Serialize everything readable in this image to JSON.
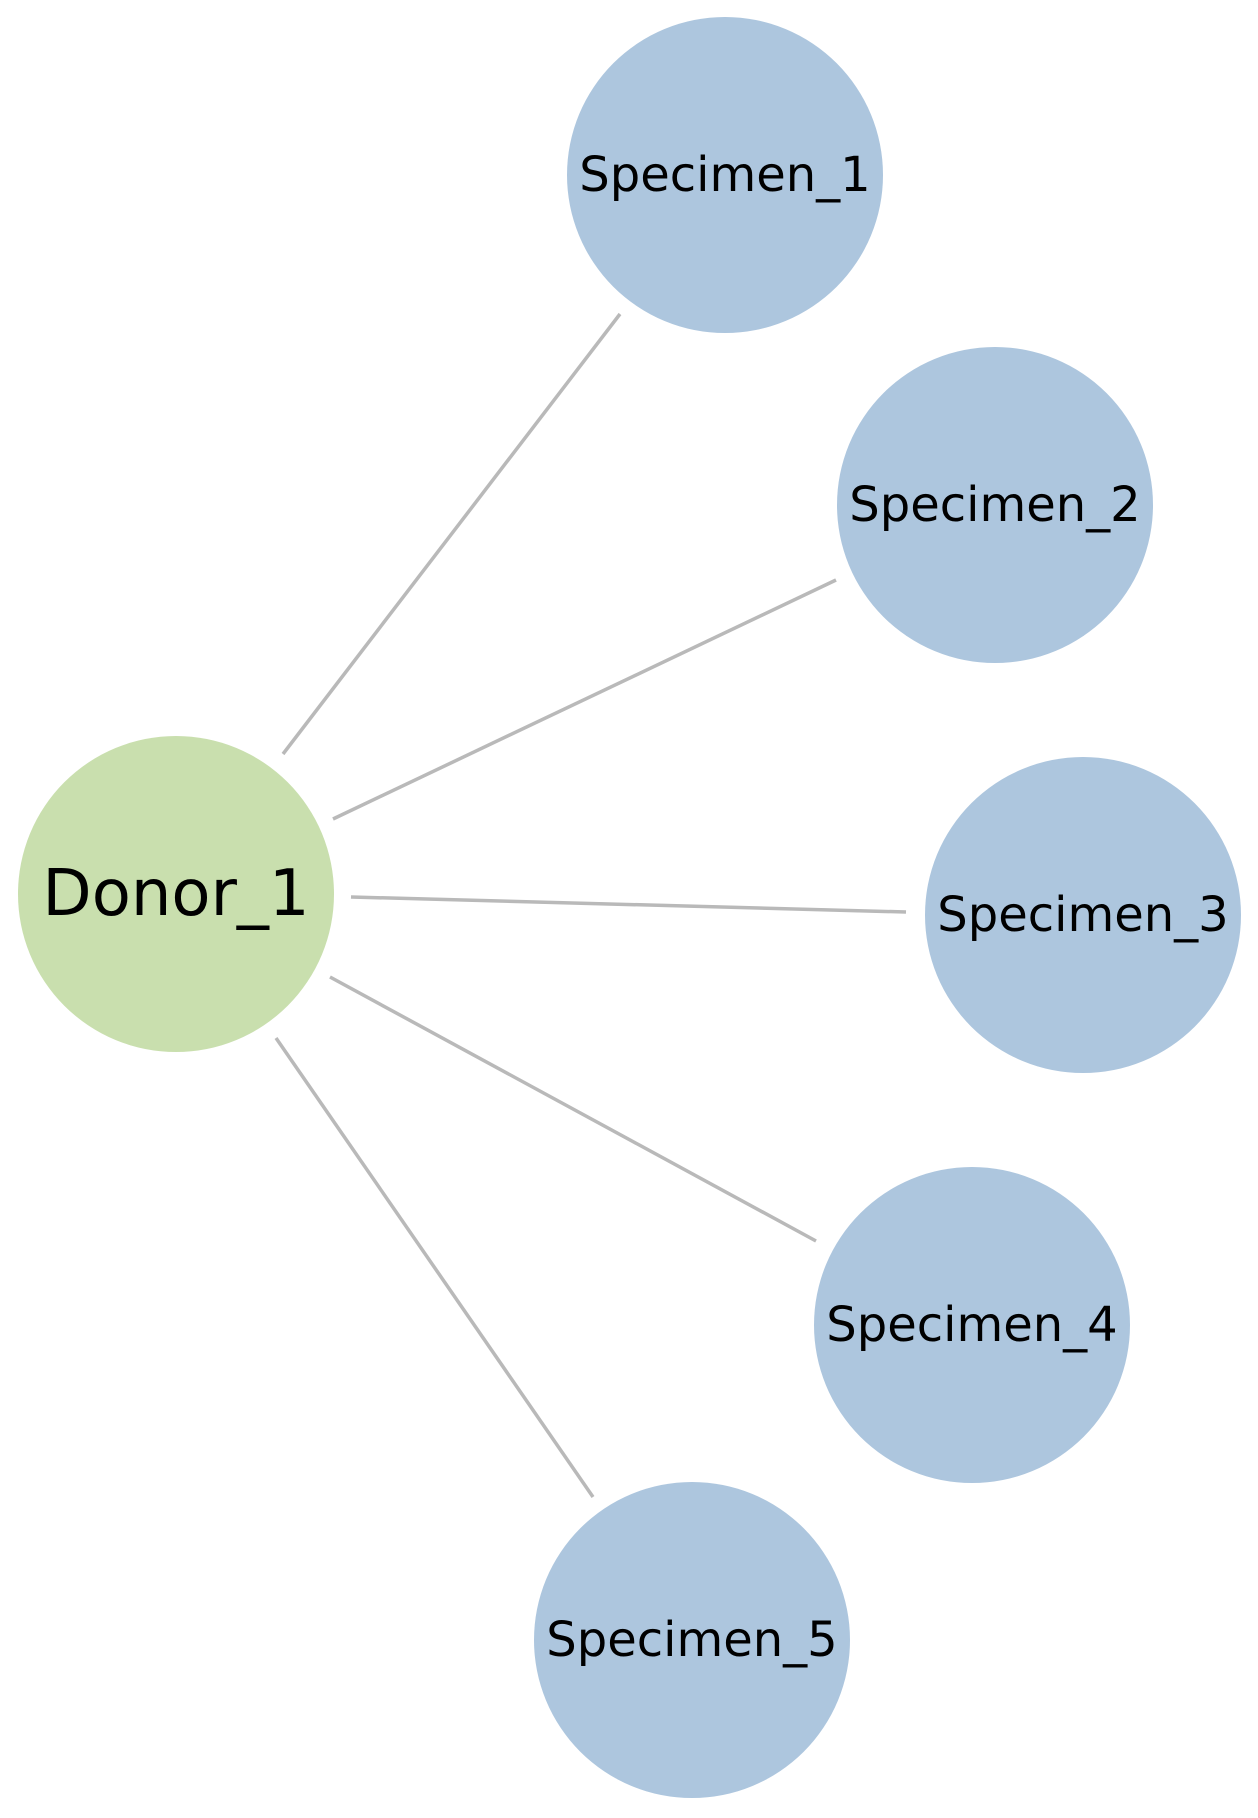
{
  "diagram": {
    "root": {
      "label": "Donor_1",
      "color": "#c9dfae"
    },
    "children": [
      {
        "label": "Specimen_1",
        "color": "#adc6de"
      },
      {
        "label": "Specimen_2",
        "color": "#adc6de"
      },
      {
        "label": "Specimen_3",
        "color": "#adc6de"
      },
      {
        "label": "Specimen_4",
        "color": "#adc6de"
      },
      {
        "label": "Specimen_5",
        "color": "#adc6de"
      }
    ],
    "edge_color": "#b9b9b9"
  }
}
